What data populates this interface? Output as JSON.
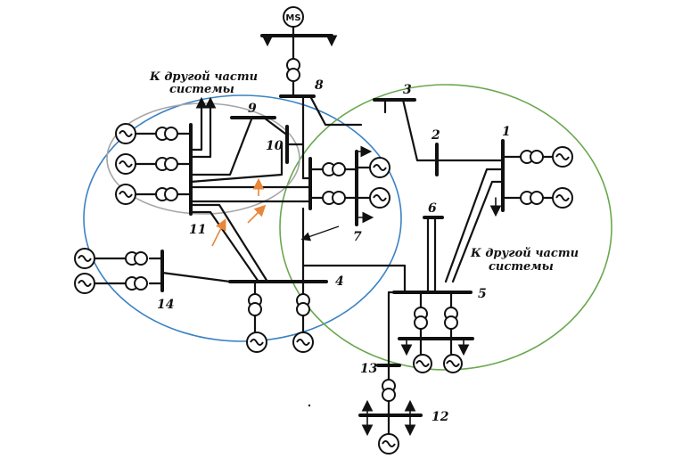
{
  "bus_labels": {
    "b1": "1",
    "b2": "2",
    "b3": "3",
    "b4": "4",
    "b5": "5",
    "b6": "6",
    "b7": "7",
    "b8": "8",
    "b9": "9",
    "b10": "10",
    "b11": "11",
    "b12": "12",
    "b13": "13",
    "b14": "14"
  },
  "ms_label": "MS",
  "note_left": {
    "line1": "К другой части",
    "line2": "системы"
  },
  "note_right": {
    "line1": "К другой части",
    "line2": "системы"
  },
  "colors": {
    "blue_circle": "#3b82c4",
    "green_circle": "#6aa84f",
    "gray_ellipse": "#a6a6a6",
    "orange_arrows": "#e8863a",
    "black_arrow": "#111111"
  }
}
